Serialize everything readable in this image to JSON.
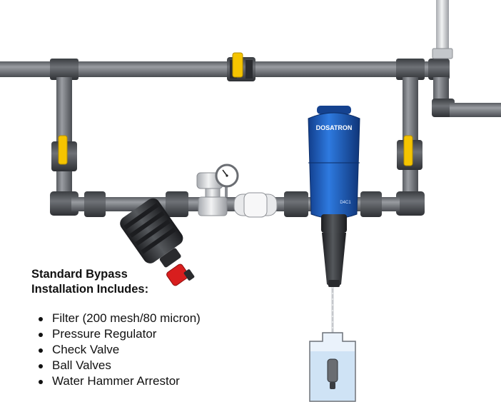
{
  "caption": {
    "heading_line1": "Standard Bypass",
    "heading_line2": "Installation Includes:",
    "items": [
      "Filter (200 mesh/80 micron)",
      "Pressure Regulator",
      "Check Valve",
      "Ball Valves",
      "Water Hammer Arrestor"
    ]
  },
  "injector": {
    "brand": "DOSATRON",
    "model": "D4C1"
  },
  "colors": {
    "pipe": "#7a7d82",
    "pipe_dark": "#3f4246",
    "fitting": "#55585d",
    "valve_handle": "#f5c400",
    "filter_handle": "#d81e1e",
    "dosatron_blue": "#1f63c6",
    "chrome": "#d2d4d7",
    "solution_water": "#cfe3f5"
  }
}
